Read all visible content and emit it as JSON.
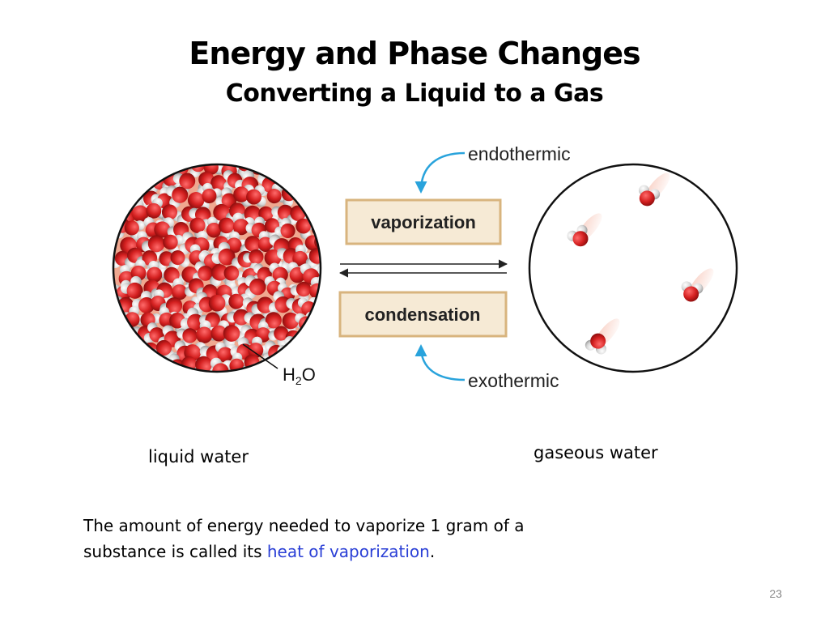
{
  "slide": {
    "title": "Energy and Phase Changes",
    "subtitle": "Converting a Liquid to a Gas",
    "page_number": "23"
  },
  "diagram": {
    "forward_process": "vaporization",
    "reverse_process": "condensation",
    "forward_energy": "endothermic",
    "reverse_energy": "exothermic",
    "molecule_label_main": "H",
    "molecule_label_sub": "2",
    "molecule_label_end": "O",
    "left_caption": "liquid water",
    "right_caption": "gaseous water",
    "colors": {
      "box_fill": "#f6ead5",
      "box_border": "#d8b47e",
      "arrow_blue": "#29a3dc",
      "oxygen": "#d42020",
      "hydrogen": "#d8d8d8",
      "liquid_bg": "#e87b60"
    }
  },
  "footnote": {
    "text_before": "The amount of energy needed to vaporize 1 gram of a substance is called its ",
    "highlight": "heat of vaporization",
    "text_after": "."
  }
}
